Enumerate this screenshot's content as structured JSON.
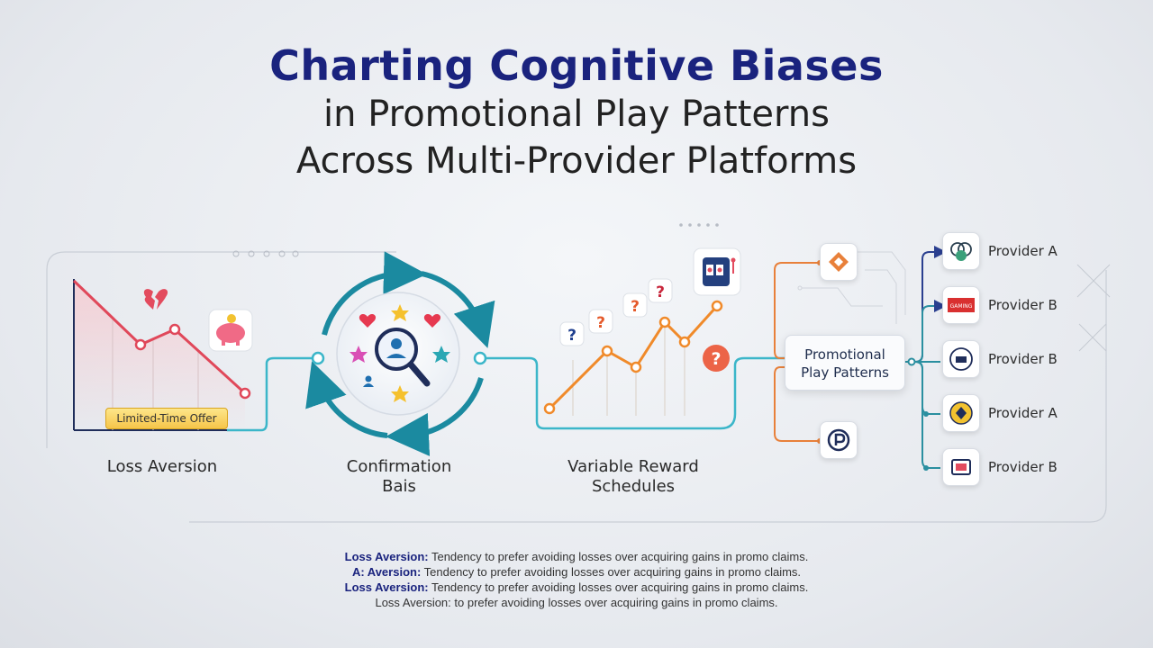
{
  "title": {
    "line1": "Charting Cognitive Biases",
    "line2": "in Promotional Play Patterns",
    "line3": "Across Multi-Provider Platforms"
  },
  "stages": {
    "loss_aversion": "Loss Aversion",
    "confirmation_line1": "Confirmation",
    "confirmation_line2": "Bais",
    "variable_line1": "Variable Reward",
    "variable_line2": "Schedules"
  },
  "offer_badge": "Limited-Time Offer",
  "question_marks": [
    "?",
    "?",
    "?",
    "?",
    "?"
  ],
  "hub": {
    "line1": "Promotional",
    "line2": "Play Patterns"
  },
  "providers": [
    {
      "label": "Provider A",
      "icon": "circles-logo-icon"
    },
    {
      "label": "Provider B",
      "icon": "red-banner-logo-icon"
    },
    {
      "label": "Provider B",
      "icon": "round-badge-logo-icon"
    },
    {
      "label": "Provider A",
      "icon": "yellow-coin-logo-icon"
    },
    {
      "label": "Provider B",
      "icon": "screen-device-logo-icon"
    }
  ],
  "red_banner_text": "GAMING",
  "notes": [
    {
      "key": "Loss Aversion:",
      "text": " Tendency to prefer avoiding losses over acquiring gains in promo claims."
    },
    {
      "key": "A: Aversion:",
      "text": " Tendency to prefer avoiding losses over acquiring gains in promo claims."
    },
    {
      "key": "Loss Aversion:",
      "text": "  Tendency to prefer avoiding losses over acquiring gains in promo claims."
    },
    {
      "key": "",
      "text": "Loss Aversion: to prefer avoiding losses over acquiring gains in promo claims."
    }
  ],
  "colors": {
    "title_navy": "#1a237e",
    "loss_red": "#e0485a",
    "cycle_teal": "#1b8aa0",
    "reward_orange": "#f08a2a",
    "connector_teal": "#3bb6c9",
    "branch_orange": "#e8803a",
    "branch_navy": "#2a3f8f"
  }
}
